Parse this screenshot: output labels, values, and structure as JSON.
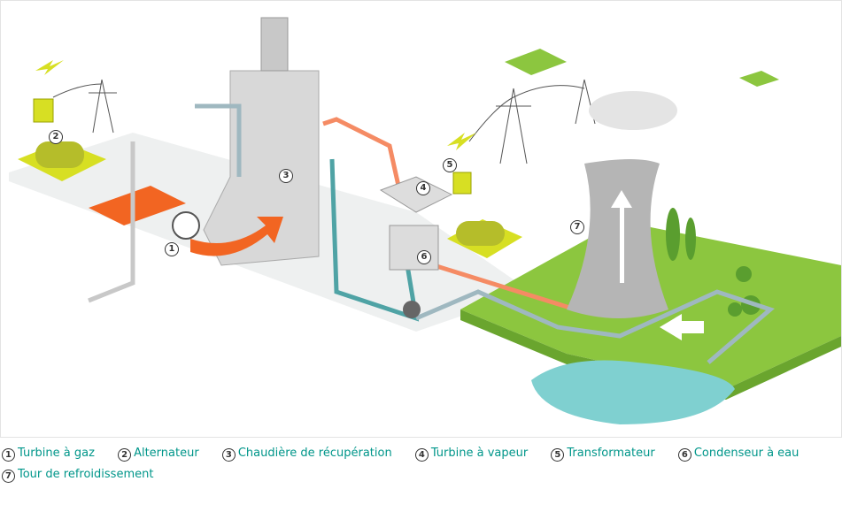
{
  "diagram": {
    "markers": [
      "1",
      "2",
      "3",
      "4",
      "5",
      "6",
      "7"
    ]
  },
  "legend": [
    {
      "num": "1",
      "label": "Turbine à gaz"
    },
    {
      "num": "2",
      "label": "Alternateur"
    },
    {
      "num": "3",
      "label": "Chaudière de récupération"
    },
    {
      "num": "4",
      "label": "Turbine à vapeur"
    },
    {
      "num": "5",
      "label": "Transformateur"
    },
    {
      "num": "6",
      "label": "Condenseur à eau"
    },
    {
      "num": "7",
      "label": "Tour de refroidissement"
    }
  ],
  "colors": {
    "text": "#00968a",
    "hot": "#f26522",
    "cold": "#4fa3a5",
    "grass": "#8cc63f",
    "water": "#7fd0d0",
    "machine": "#d7df23"
  }
}
